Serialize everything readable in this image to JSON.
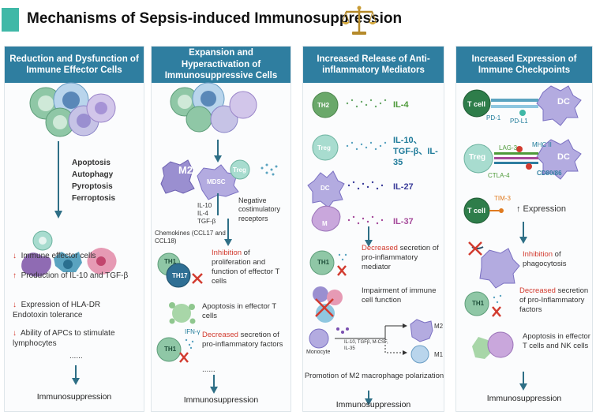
{
  "title": "Mechanisms of Sepsis-induced Immunosuppression",
  "icon": "balance-scale-icon",
  "colors": {
    "header": "#2f7ea0",
    "accent": "#3fb8a7",
    "arrow": "#2e6f86",
    "red": "#d23b2f"
  },
  "panel1": {
    "header": "Reduction and Dysfunction of Immune Effector Cells",
    "death_modes": [
      "Apoptosis",
      "Autophagy",
      "Pyroptosis",
      "Ferroptosis"
    ],
    "items": [
      {
        "arrow": "↓",
        "text": "Immune effector cells"
      },
      {
        "arrow": "↑",
        "text": "Production of IL-10 and TGF-β"
      },
      {
        "arrow": "↓",
        "text": "Expression of HLA-DR Endotoxin tolerance"
      },
      {
        "arrow": "↓",
        "text": "Ability of APCs to stimulate lymphocytes"
      }
    ],
    "dots": "......",
    "bottom": "Immunosuppression"
  },
  "panel2": {
    "header": "Expansion and Hyperactivation of Immunosuppressive Cells",
    "m2": "M2",
    "mdsc": "MDSC",
    "treg": "Treg",
    "cytokines": [
      "IL-10",
      "IL-4",
      "TGF-β"
    ],
    "receptors": "Negative costimulatory receptors",
    "chemokines": "Chemokines (CCL17 and CCL18)",
    "th1": "TH1",
    "th17": "TH17",
    "inhibition_red": "Inhibition",
    "inhibition_rest": " of proliferation and function of effector T cells",
    "apoptosis": "Apoptosis in effector T cells",
    "ifn": "IFN-γ",
    "decreased_red": "Decreased",
    "decreased_rest": " secretion of pro-inflammatory factors",
    "dots": "......",
    "bottom": "Immunosuppression"
  },
  "panel3": {
    "header": "Increased Release of Anti-inflammatory Mediators",
    "rows": [
      {
        "cell": "TH2",
        "mediator": "IL-4"
      },
      {
        "cell": "Treg",
        "mediator": "IL-10、TGF-β、IL-35"
      },
      {
        "cell": "DC",
        "mediator": "IL-27"
      },
      {
        "cell": "M",
        "mediator": "IL-37"
      }
    ],
    "th1": "TH1",
    "decreased_red": "Decreased",
    "decreased_rest": " secretion of pro-inflammatory mediator",
    "impairment": "Impairment of immune cell function",
    "monocyte": "Monocyte",
    "factors": "IL-10, TGFβ, M-CSF, IL-35",
    "m2": "M2",
    "m1": "M1",
    "promotion": "Promotion of M2 macrophage polarization",
    "bottom": "Immunosuppression"
  },
  "panel4": {
    "header": "Increased Expression of Immune Checkpoints",
    "tcell": "T cell",
    "dc": "DC",
    "pd1": "PD-1",
    "pdl1": "PD-L1",
    "treg": "Treg",
    "lag3": "LAG-3",
    "mhc": "MHC II",
    "ctla4": "CTLA-4",
    "cd80": "CD80/86",
    "tim3": "TIM-3",
    "expression": "↑ Expression",
    "inhibition_red": "Inhibition",
    "inhibition_rest": " of phagocytosis",
    "th1": "TH1",
    "decreased_red": "Decreased",
    "decreased_rest": " secretion of pro-Inflammatory factors",
    "apoptosis": "Apoptosis in effector T cells and NK cells",
    "bottom": "Immunosuppression"
  }
}
